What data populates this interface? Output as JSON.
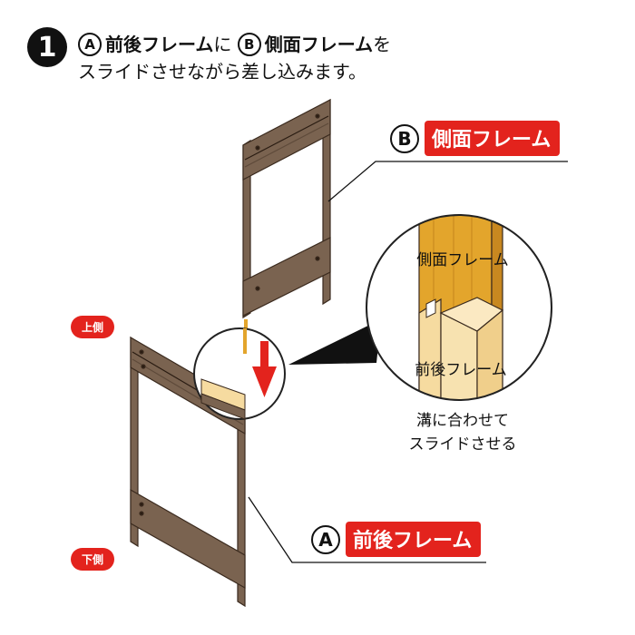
{
  "step": {
    "number": "1",
    "instruction": {
      "marker_a": "A",
      "part_a": "前後フレーム",
      "connector": "に",
      "marker_b": "B",
      "part_b": "側面フレーム",
      "tail_line1": "を",
      "line2": "スライドさせながら差し込みます。"
    }
  },
  "callouts": {
    "side_frame": {
      "letter": "B",
      "label": "側面フレーム"
    },
    "front_back_frame": {
      "letter": "A",
      "label": "前後フレーム"
    }
  },
  "markers": {
    "top_side": "上側",
    "bottom_side": "下側"
  },
  "zoom": {
    "label_side": "側面フレーム",
    "label_front_back": "前後フレーム",
    "caption_line1": "溝に合わせて",
    "caption_line2": "スライドさせる"
  },
  "colors": {
    "wood_dark": "#7a6350",
    "wood_outline": "#3a2a1e",
    "accent_red": "#e3231d",
    "zoom_side_wood": "#e3a52c",
    "zoom_front_wood": "#f6dba0"
  }
}
